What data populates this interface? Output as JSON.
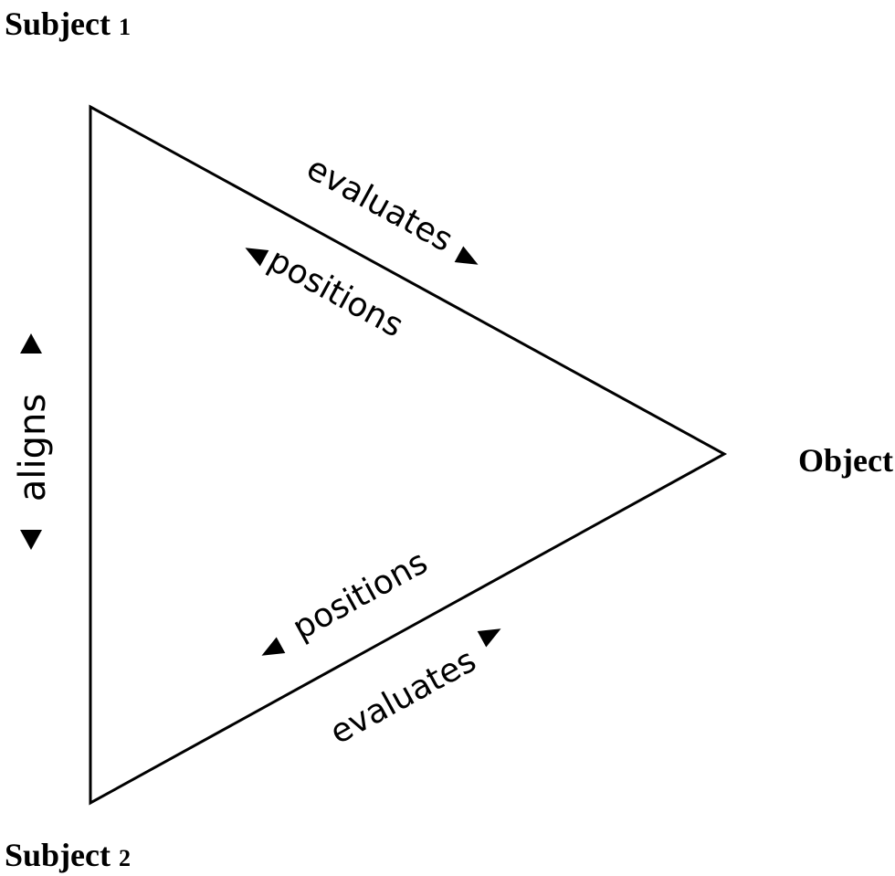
{
  "nodes": {
    "subject1": {
      "name": "Subject",
      "sub": "1"
    },
    "subject2": {
      "name": "Subject",
      "sub": "2"
    },
    "object": {
      "name": "Object"
    }
  },
  "edges": {
    "top_outer": "evaluates",
    "top_inner": "positions",
    "left": "aligns",
    "bottom_inner": "positions",
    "bottom_outer": "evaluates"
  }
}
